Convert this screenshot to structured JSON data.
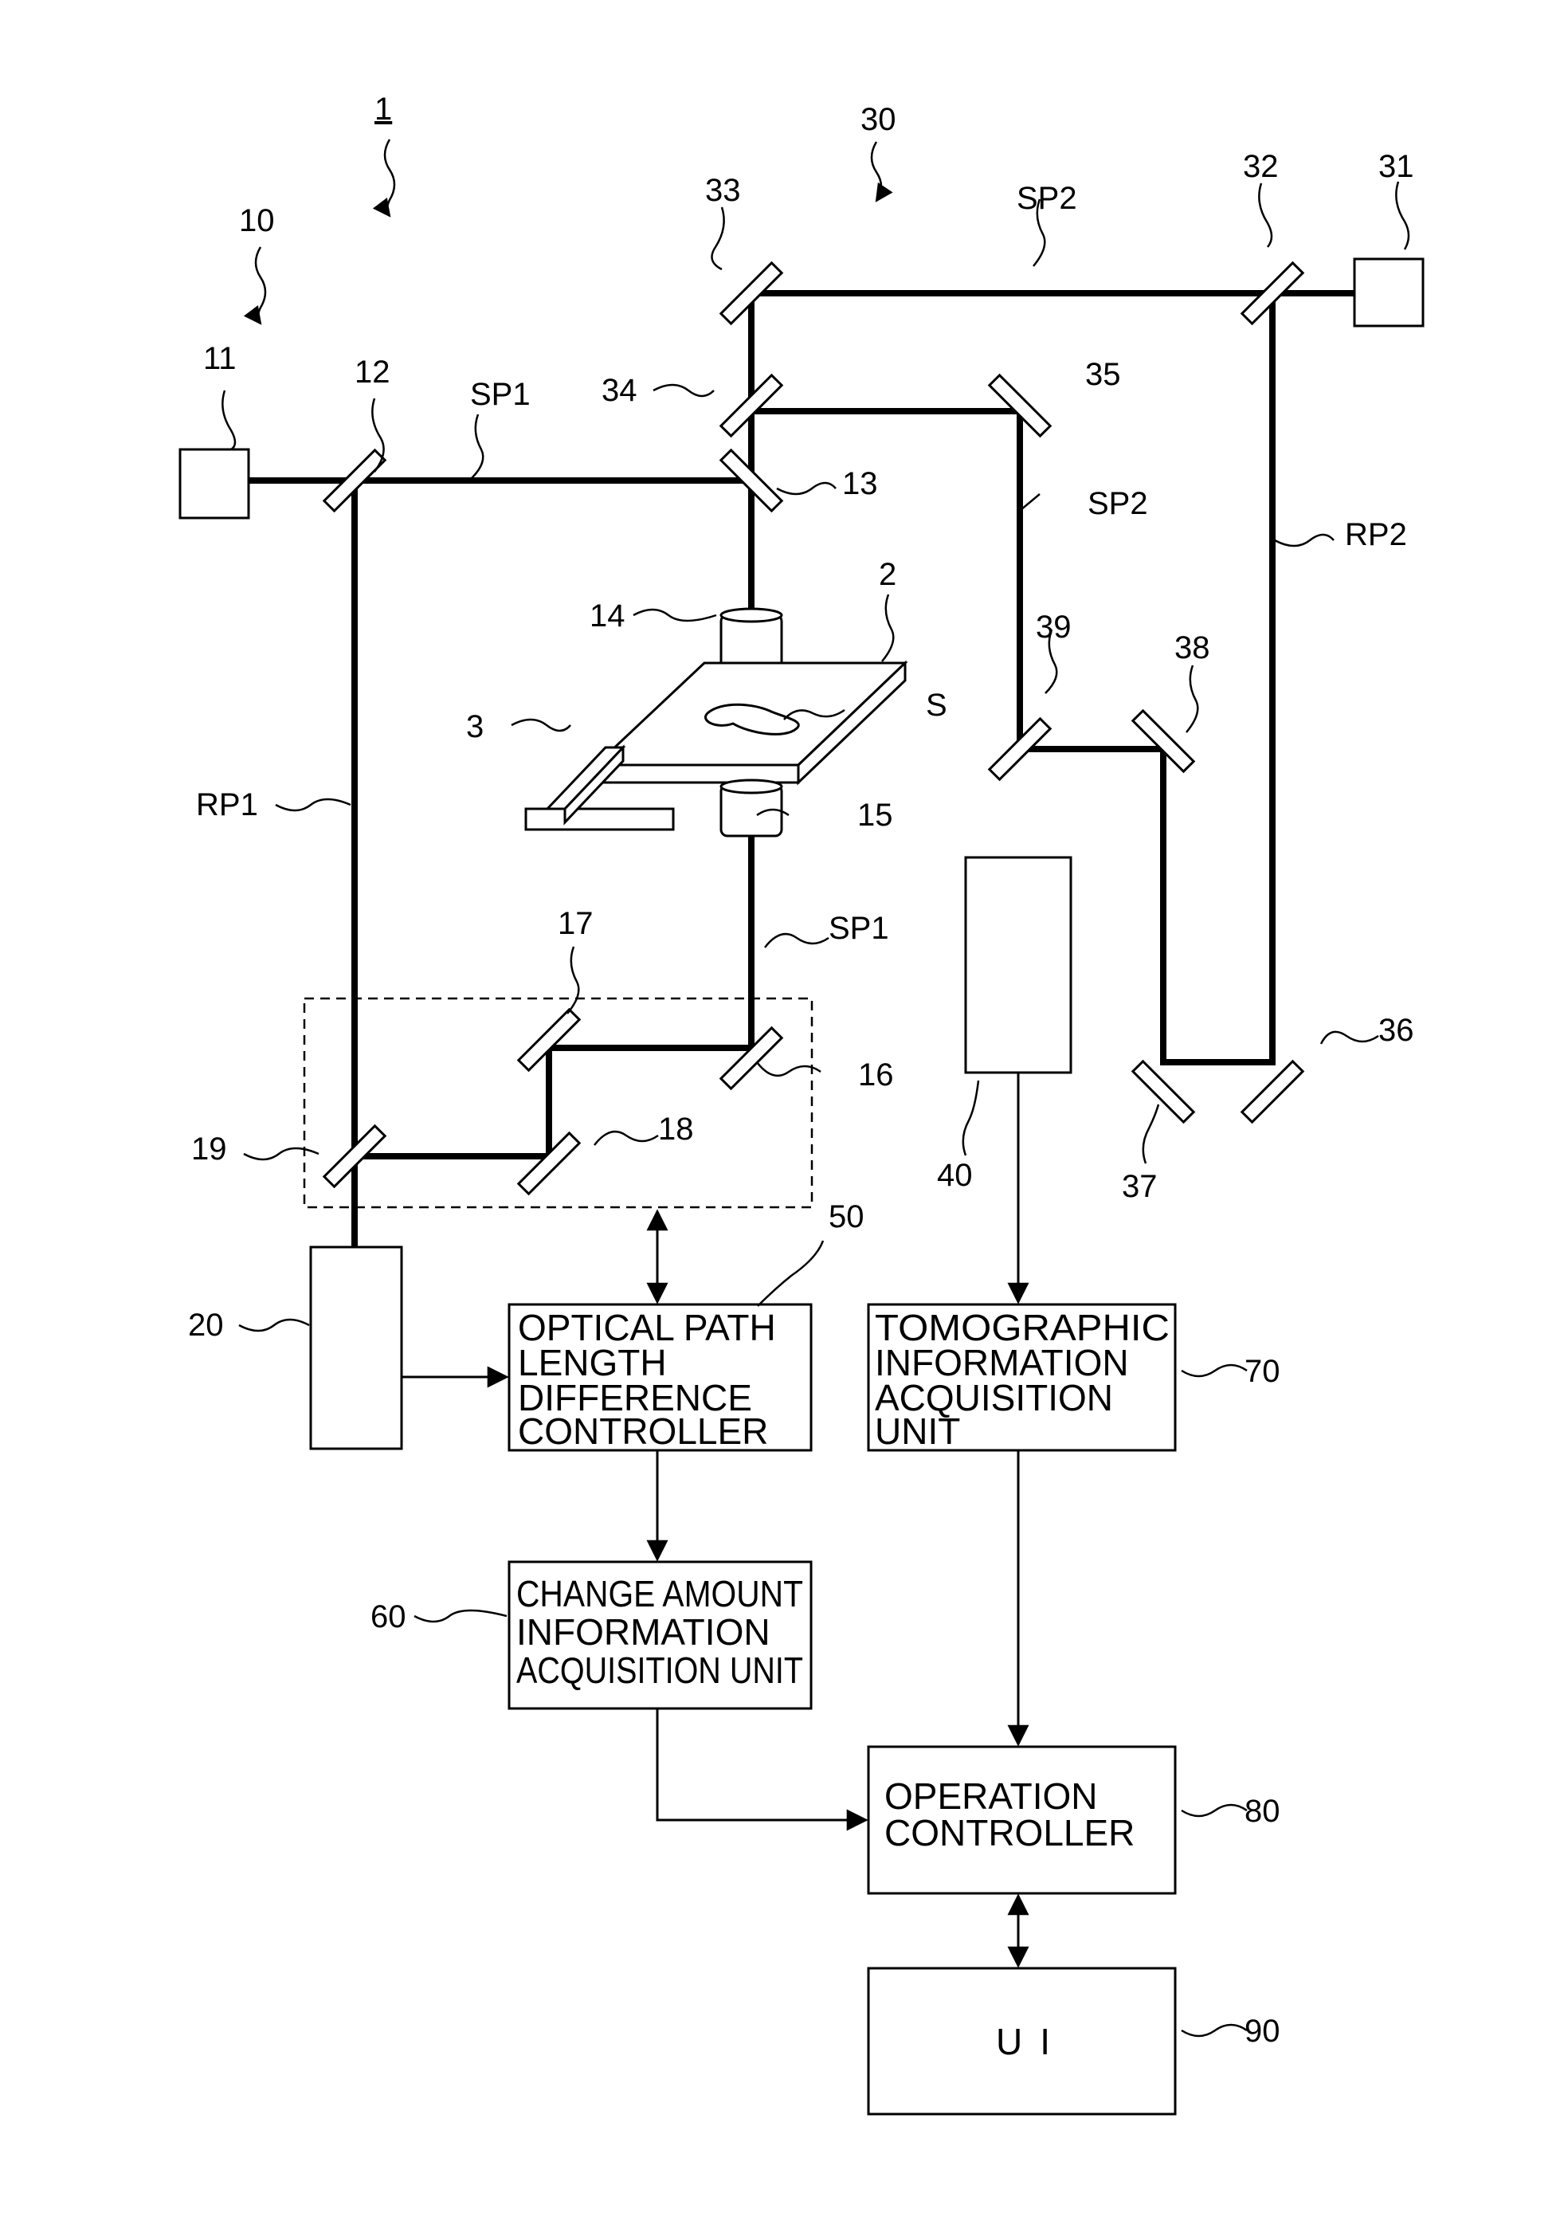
{
  "figure": {
    "system_ref": "1",
    "refs": {
      "r10": "10",
      "r30": "30",
      "r11": "11",
      "r12": "12",
      "r13": "13",
      "r14": "14",
      "r15": "15",
      "r16": "16",
      "r17": "17",
      "r18": "18",
      "r19": "19",
      "r20": "20",
      "r31": "31",
      "r32": "32",
      "r33": "33",
      "r34": "34",
      "r35": "35",
      "r36": "36",
      "r37": "37",
      "r38": "38",
      "r39": "39",
      "r40": "40",
      "r50": "50",
      "r60": "60",
      "r70": "70",
      "r80": "80",
      "r90": "90",
      "r2": "2",
      "r3": "3",
      "S": "S"
    },
    "paths": {
      "sp1_top": "SP1",
      "sp1_low": "SP1",
      "rp1": "RP1",
      "sp2_top": "SP2",
      "sp2_mid": "SP2",
      "rp2": "RP2"
    },
    "blocks": {
      "opld_controller": [
        "OPTICAL PATH",
        "LENGTH",
        "DIFFERENCE",
        "CONTROLLER"
      ],
      "change_amount": [
        "CHANGE AMOUNT",
        "INFORMATION",
        "ACQUISITION UNIT"
      ],
      "tomographic": [
        "TOMOGRAPHIC",
        "INFORMATION",
        "ACQUISITION",
        "UNIT"
      ],
      "operation": [
        "OPERATION",
        "CONTROLLER"
      ],
      "ui": "U I"
    }
  }
}
